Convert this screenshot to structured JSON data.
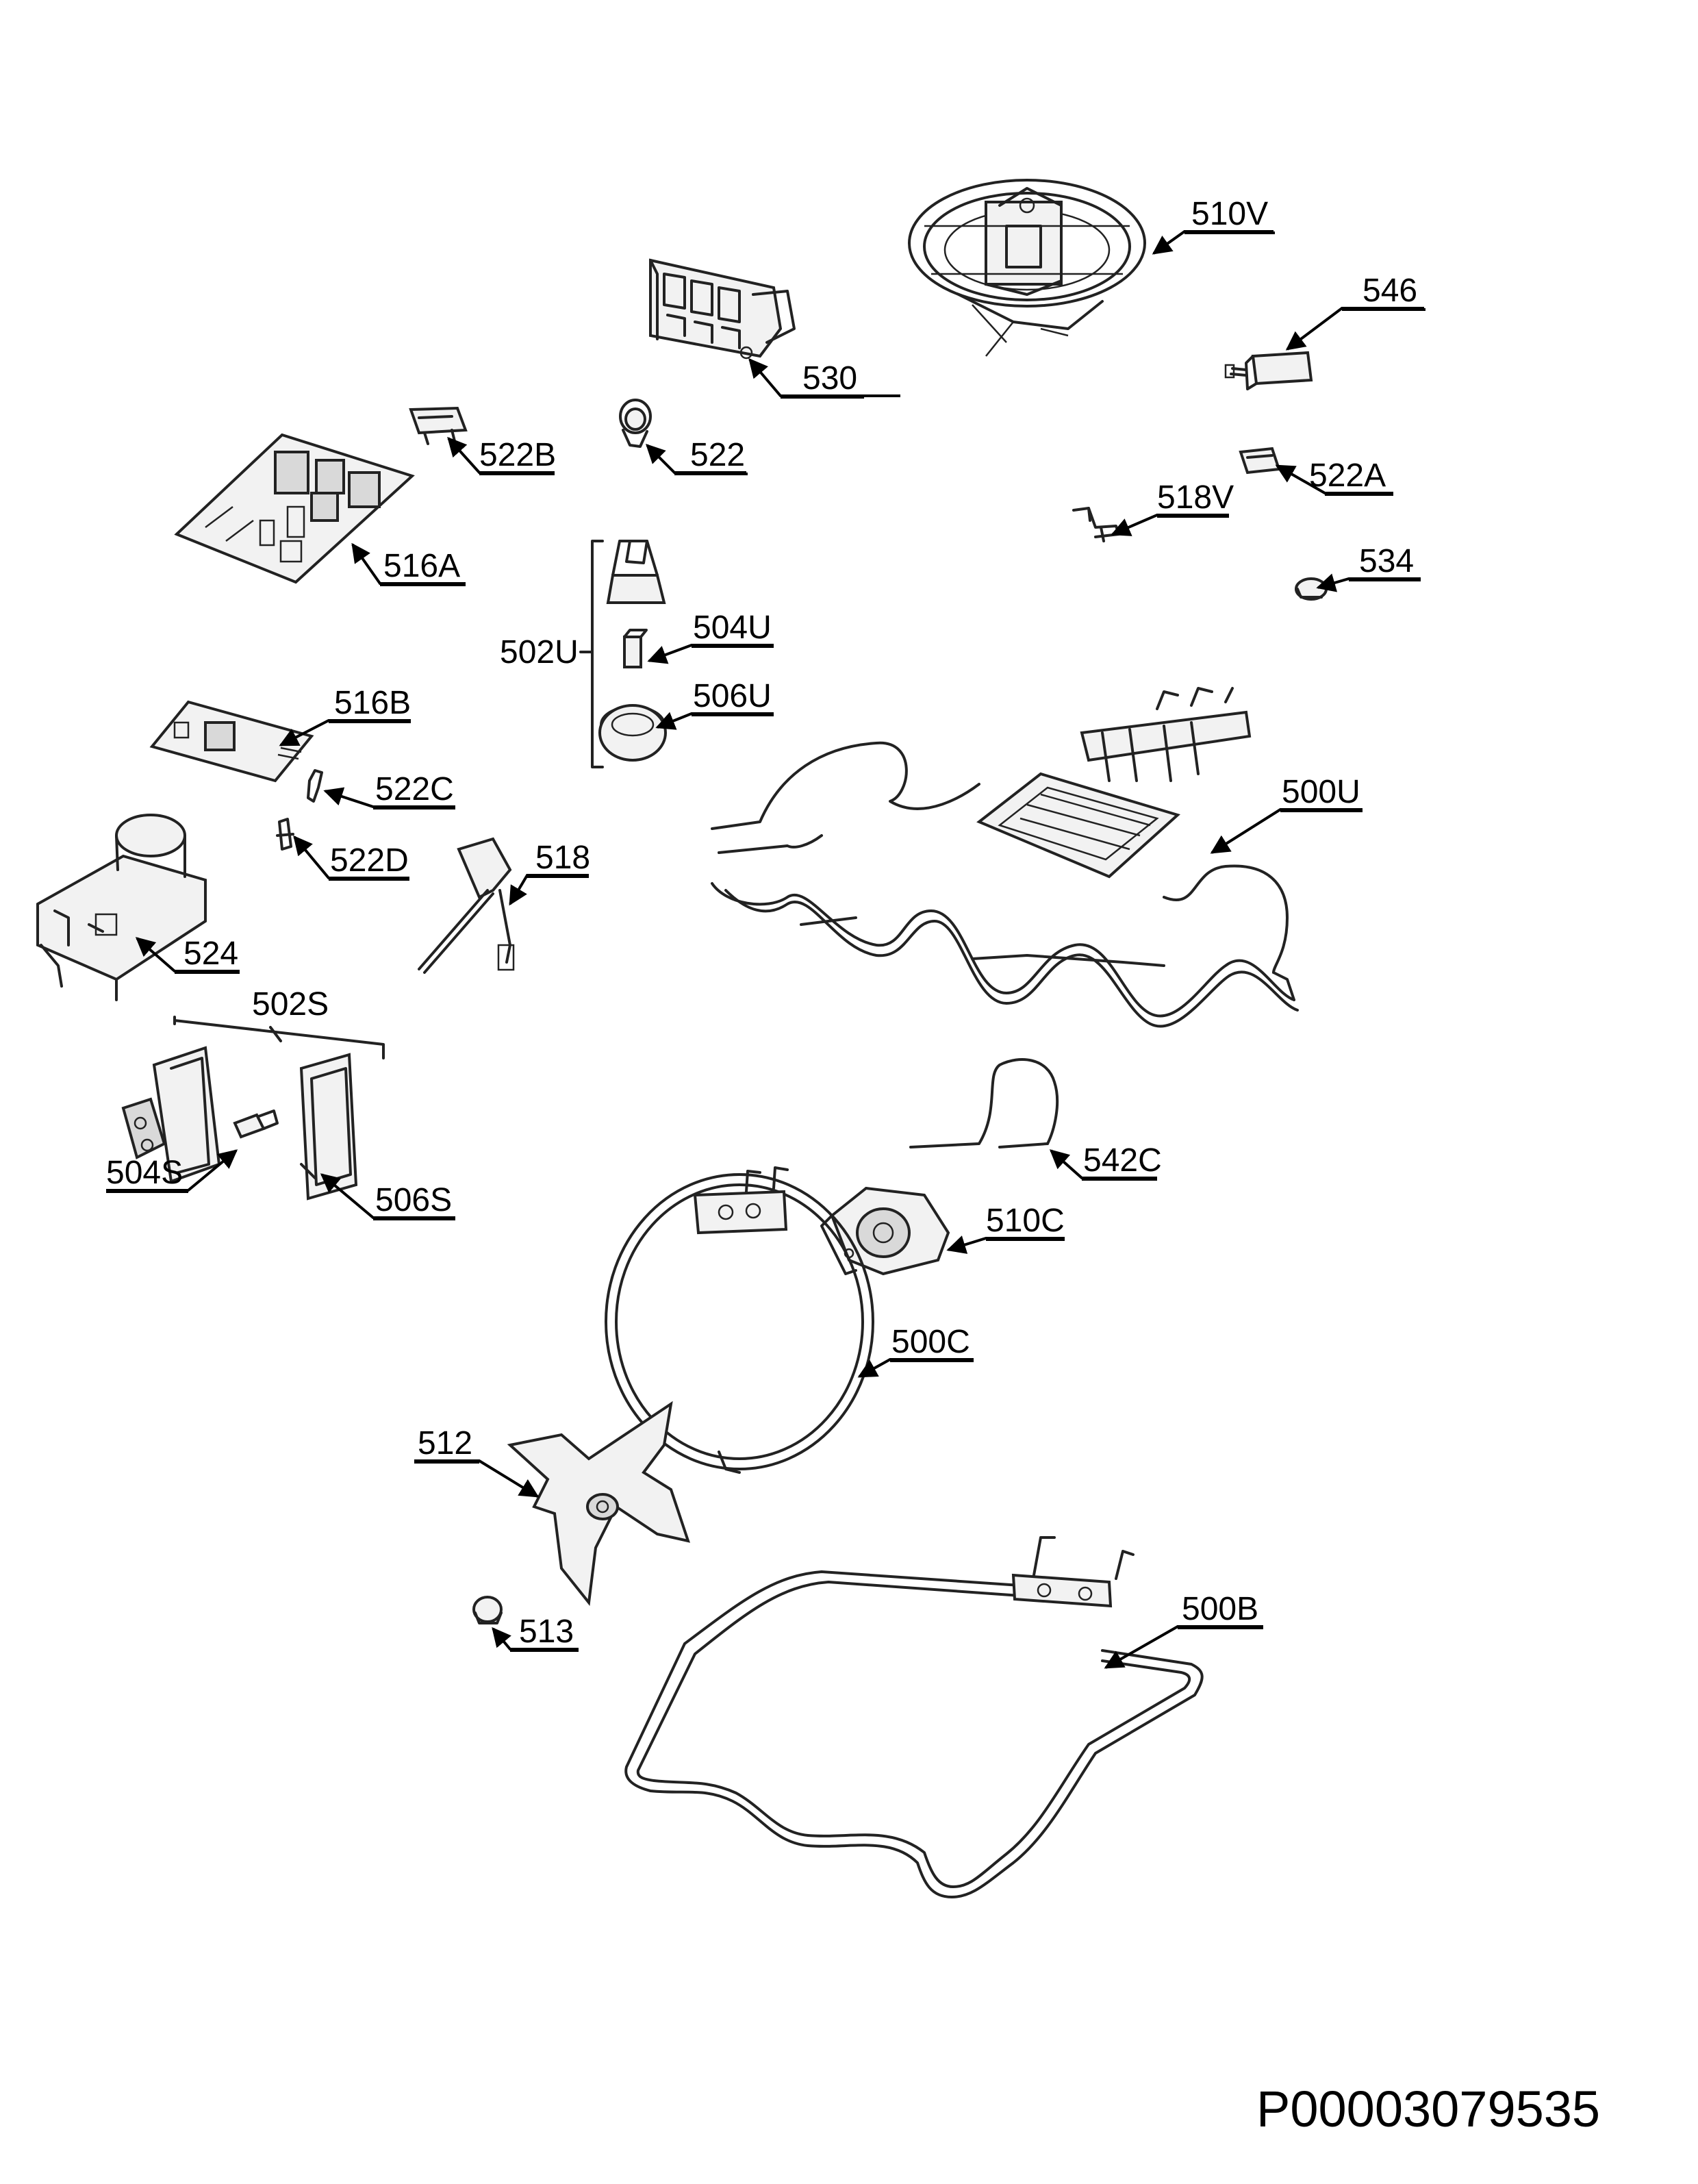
{
  "labels": {
    "l510V": "510V",
    "l546": "546",
    "l530": "530",
    "l522": "522",
    "l522B": "522B",
    "l522A": "522A",
    "l518V": "518V",
    "l534": "534",
    "l516A": "516A",
    "l502U": "502U",
    "l504U": "504U",
    "l506U": "506U",
    "l516B": "516B",
    "l522C": "522C",
    "l500U": "500U",
    "l522D": "522D",
    "l518": "518",
    "l524": "524",
    "l502S": "502S",
    "l504S": "504S",
    "l506S": "506S",
    "l542C": "542C",
    "l510C": "510C",
    "l500C": "500C",
    "l512": "512",
    "l513": "513",
    "l500B": "500B"
  },
  "document_number": "P00003079535"
}
